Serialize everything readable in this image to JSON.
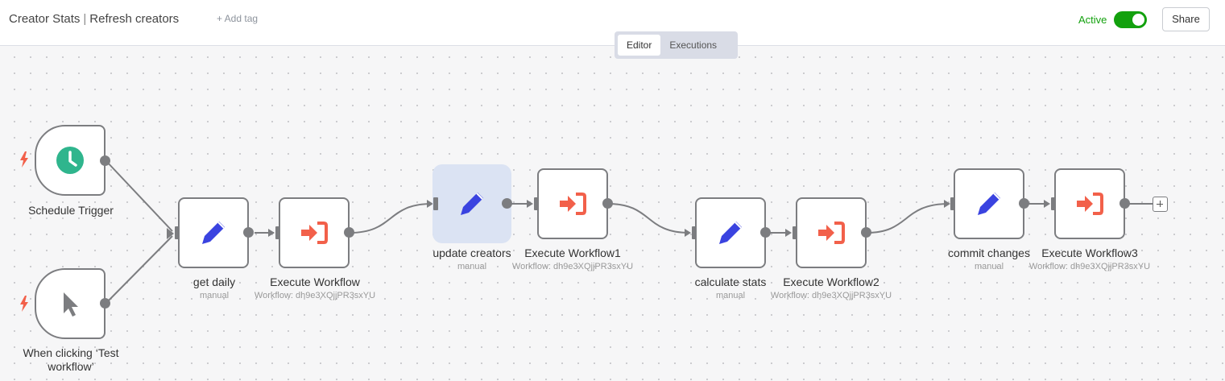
{
  "header": {
    "workflow_project": "Creator Stats",
    "workflow_separator": "|",
    "workflow_name": "Refresh creators",
    "add_tag": "+ Add tag",
    "active_label": "Active",
    "active": true,
    "share_label": "Share"
  },
  "tabs": {
    "editor": "Editor",
    "executions": "Executions",
    "selected": "Editor"
  },
  "colors": {
    "active_green": "#13a10e",
    "pencil_blue": "#3a43e0",
    "execute_red": "#f2604a",
    "schedule_teal": "#2fb58d",
    "node_border": "#7c7d80"
  },
  "nodes": {
    "schedule_trigger": {
      "name": "Schedule Trigger",
      "icon": "clock-icon"
    },
    "manual_trigger": {
      "name": "When clicking ‘Test workflow’",
      "icon": "cursor-icon"
    },
    "get_daily": {
      "name": "get daily",
      "subtitle": "manual",
      "icon": "pencil-icon"
    },
    "execute_workflow": {
      "name": "Execute Workflow",
      "subtitle": "Workflow: dh9e3XQjjPR3sxYU",
      "icon": "sign-in-icon"
    },
    "update_creators": {
      "name": "update creators",
      "subtitle": "manual",
      "icon": "pencil-icon"
    },
    "execute_workflow1": {
      "name": "Execute Workflow1",
      "subtitle": "Workflow: dh9e3XQjjPR3sxYU",
      "icon": "sign-in-icon"
    },
    "calculate_stats": {
      "name": "calculate stats",
      "subtitle": "manual",
      "icon": "pencil-icon"
    },
    "execute_workflow2": {
      "name": "Execute Workflow2",
      "subtitle": "Workflow: dh9e3XQjjPR3sxYU",
      "icon": "sign-in-icon"
    },
    "commit_changes": {
      "name": "commit changes",
      "subtitle": "manual",
      "icon": "pencil-icon"
    },
    "execute_workflow3": {
      "name": "Execute Workflow3",
      "subtitle": "Workflow: dh9e3XQjjPR3sxYU",
      "icon": "sign-in-icon"
    }
  }
}
